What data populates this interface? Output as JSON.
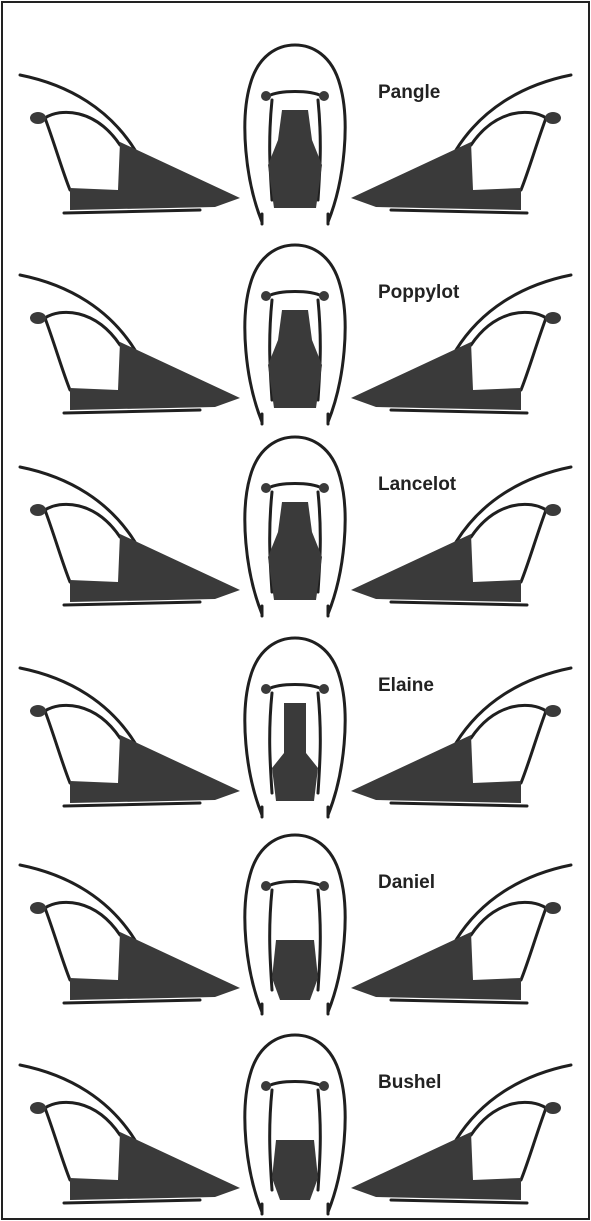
{
  "colors": {
    "background": "#ffffff",
    "outline": "#1f1f1f",
    "marking_fill": "#3a3a3a",
    "frame": "#222222"
  },
  "panels": [
    {
      "name": "Pangle",
      "pattern": "full-gorget"
    },
    {
      "name": "Poppylot",
      "pattern": "notched-gorget"
    },
    {
      "name": "Lancelot",
      "pattern": "narrow-gorget"
    },
    {
      "name": "Elaine",
      "pattern": "stripe-gorget"
    },
    {
      "name": "Daniel",
      "pattern": "reduced-gorget"
    },
    {
      "name": "Bushel",
      "pattern": "reduced-gorget"
    }
  ]
}
